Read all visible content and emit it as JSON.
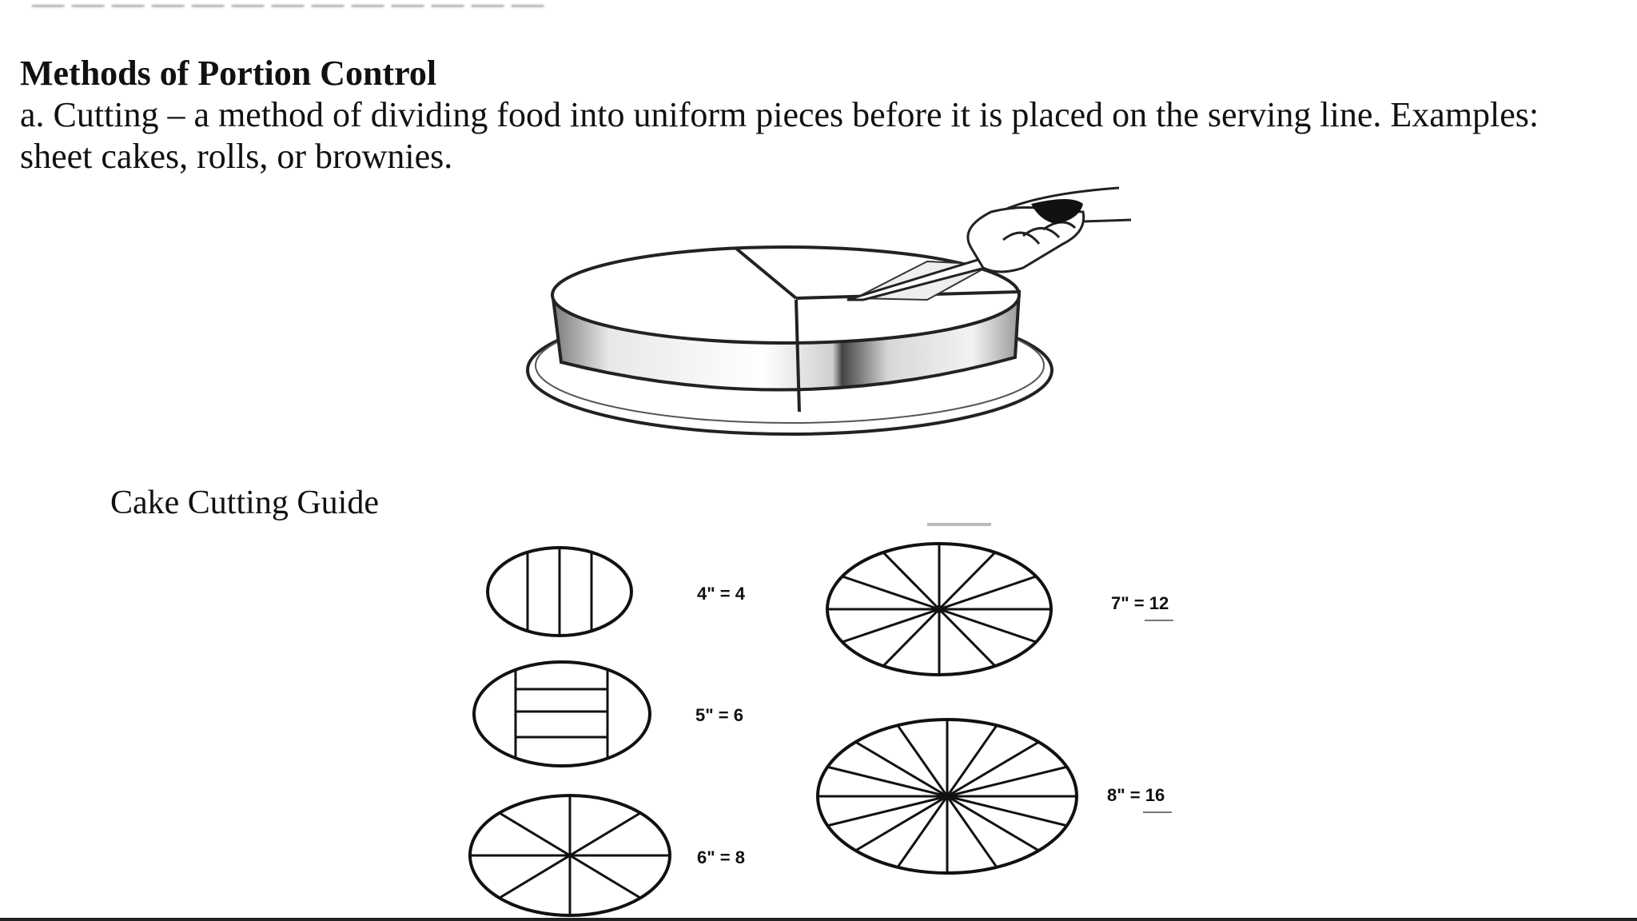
{
  "heading": "Methods of Portion Control",
  "body": "a. Cutting – a method of dividing food into uniform pieces before it is placed on the serving line. Examples: sheet cakes, rolls, or brownies.",
  "guide_title": "Cake Cutting Guide",
  "guide": {
    "items": [
      {
        "label": "4\" = 4",
        "pieces": 4
      },
      {
        "label": "5\" = 6",
        "pieces": 6
      },
      {
        "label": "6\" = 8",
        "pieces": 8
      },
      {
        "label": "7\" = 12",
        "pieces": 12
      },
      {
        "label": "8\" = 16",
        "pieces": 16
      }
    ]
  }
}
